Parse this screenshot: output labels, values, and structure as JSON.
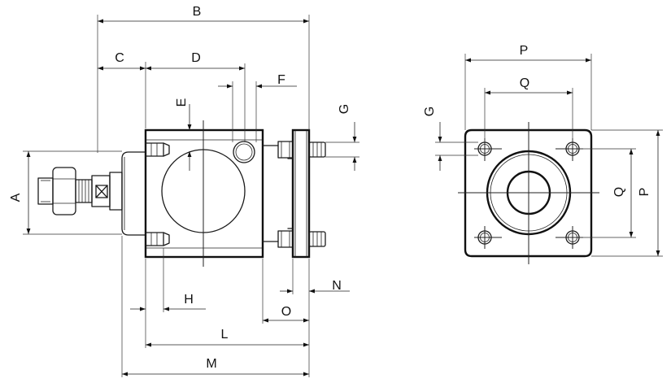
{
  "labels": {
    "A": "A",
    "B": "B",
    "C": "C",
    "D": "D",
    "E": "E",
    "F": "F",
    "G": "G",
    "H": "H",
    "L": "L",
    "M": "M",
    "N": "N",
    "O": "O",
    "P": "P",
    "Q": "Q",
    "G_right": "G",
    "Q_right": "Q",
    "P_right": "P"
  }
}
